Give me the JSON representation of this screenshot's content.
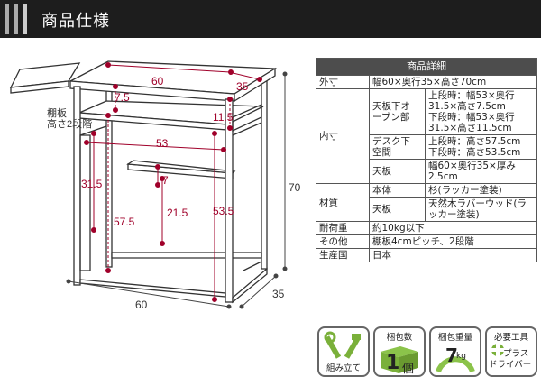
{
  "header": {
    "title": "商品仕様"
  },
  "diagram": {
    "shelf_label": [
      "棚板",
      "高さ2段階"
    ],
    "dims": {
      "top_width": "60",
      "top_depth": "35",
      "upper_gap": "7.5",
      "upper_shelf": "11.5",
      "inner_width": "53",
      "drawer_gap": "7",
      "left_side": "31.5",
      "left_tall": "57.5",
      "drawer_height": "21.5",
      "right_tall": "53.5",
      "total_height": "70",
      "base_width": "60",
      "base_depth": "35"
    }
  },
  "spec": {
    "caption": "商品詳細",
    "rows": {
      "outer": {
        "label": "外寸",
        "value": "幅60×奥行35×高さ70cm"
      },
      "inner_label": "内寸",
      "under_top": {
        "sub": [
          "天板下オ",
          "ーブン部"
        ],
        "lines": [
          "上段時：幅53×奥行",
          "31.5×高さ7.5cm",
          "下段時：幅53×奥行",
          "31.5×高さ11.5cm"
        ]
      },
      "desk_under": {
        "sub": [
          "デスク下",
          "空間"
        ],
        "lines": [
          "上段時：高さ57.5cm",
          "下段時：高さ53.5cm"
        ]
      },
      "board": {
        "sub": "天板",
        "lines": [
          "幅60×奥行35×厚み",
          "2.5cm"
        ]
      },
      "material_label": "材質",
      "body": {
        "sub": "本体",
        "value": "杉(ラッカー塗装)"
      },
      "top": {
        "sub": "天板",
        "lines": [
          "天然木ラバーウッド(ラ",
          "ッカー塗装)"
        ]
      },
      "load": {
        "label": "耐荷重",
        "value": "約10kg以下"
      },
      "other": {
        "label": "その他",
        "value": "棚板4cmピッチ、2段階"
      },
      "origin": {
        "label": "生産国",
        "value": "日本"
      }
    }
  },
  "icons": {
    "assembly": "組み立て",
    "pack_count_title": "梱包数",
    "pack_count_value": "1",
    "pack_count_unit": "個",
    "pack_weight_title": "梱包重量",
    "pack_weight_value": "7",
    "pack_weight_unit": "kg",
    "tools_title": "必要工具",
    "tools_line1": "プラス",
    "tools_line2": "ドライバー"
  }
}
